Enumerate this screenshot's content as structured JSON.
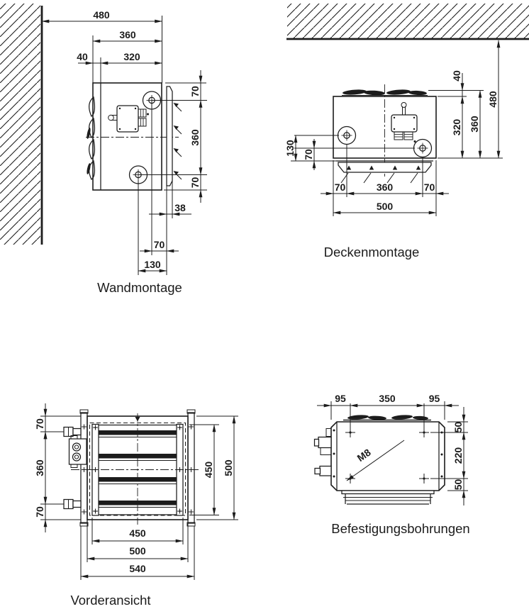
{
  "drawing": {
    "background": "#ffffff",
    "line_color": "#1c1c1c"
  },
  "views": {
    "wandmontage": {
      "caption": "Wandmontage",
      "dims": {
        "total_depth": "480",
        "unit_depth": "360",
        "front_panel": "40",
        "rear_section": "320",
        "side_top": "70",
        "hole_spacing_side": "360",
        "side_bottom": "70",
        "rail_offset": "38",
        "hole_offset": "70",
        "hole_to_back": "130"
      }
    },
    "deckenmontage": {
      "caption": "Deckenmontage",
      "dims": {
        "fan_clearance": "40",
        "ceiling_distance": "480",
        "unit_with_fan": "360",
        "unit_height": "320",
        "hole_upper": "130",
        "hole_lower": "70",
        "bottom_left": "70",
        "hole_spacing": "360",
        "bottom_right": "70",
        "unit_width": "500"
      }
    },
    "vorderansicht": {
      "caption": "Vorderansicht",
      "dims": {
        "pipe_top": "70",
        "pipe_spacing": "360",
        "pipe_bottom": "70",
        "inner_height": "450",
        "case_height": "500",
        "inner_width": "450",
        "case_width": "500",
        "flange_width": "540"
      }
    },
    "befestigungsbohrungen": {
      "caption": "Befestigungsbohrungen",
      "dims": {
        "hole_left": "95",
        "hole_span": "350",
        "hole_right": "95",
        "hole_top": "50",
        "hole_vertical": "220",
        "hole_bottom": "50",
        "thread": "M8"
      }
    }
  }
}
